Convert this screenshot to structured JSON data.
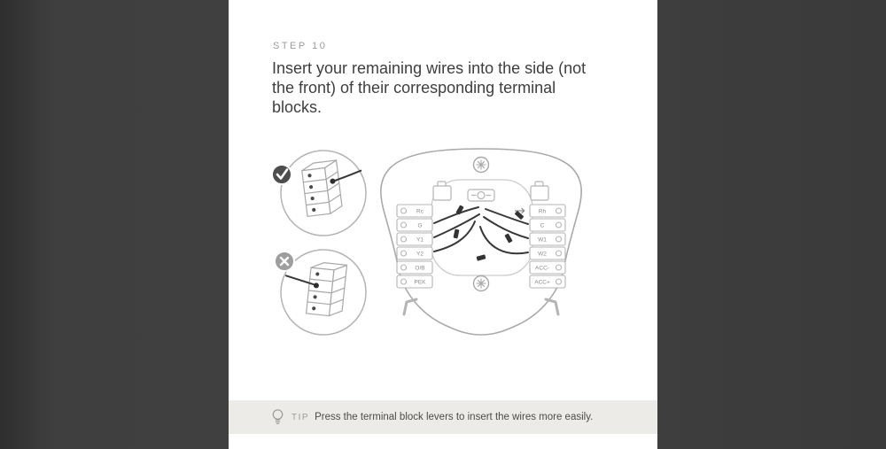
{
  "step": {
    "label": "STEP 10"
  },
  "heading": {
    "text": "Insert your remaining wires into the side (not the front) of their corresponding terminal blocks."
  },
  "diagram": {
    "left_terminals": [
      "Rc",
      "G",
      "Y1",
      "Y2",
      "O/B",
      "PEK"
    ],
    "right_terminals": [
      "Rh",
      "C",
      "W1",
      "W2",
      "ACC-",
      "ACC+"
    ],
    "correct_marker": "check",
    "incorrect_marker": "x",
    "colors": {
      "outline": "#b0b0b0",
      "wire": "#383838",
      "check_badge": "#4d4d4d",
      "x_badge": "#9e9e9e"
    }
  },
  "tip": {
    "label": "TIP",
    "text": "Press the terminal block levers to insert the wires more easily."
  }
}
